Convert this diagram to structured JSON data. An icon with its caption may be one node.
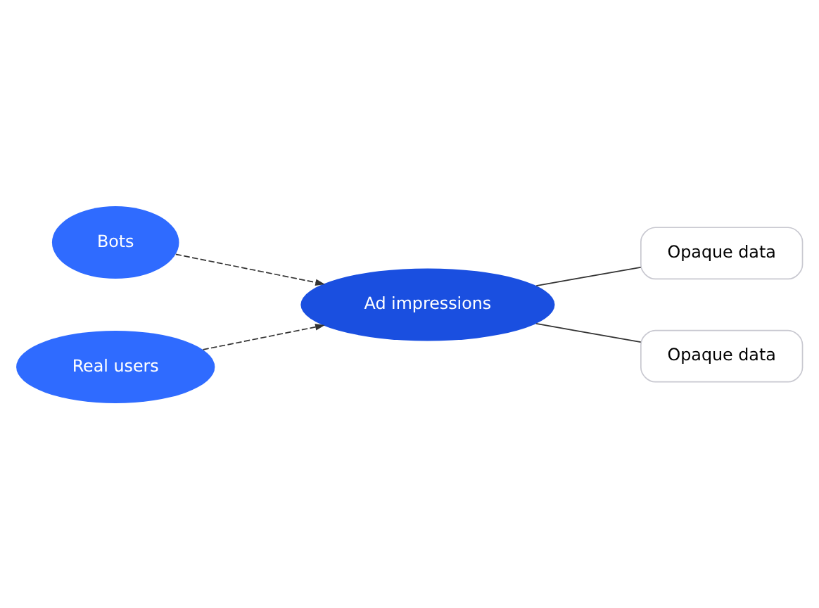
{
  "diagram": {
    "nodes": [
      {
        "text": [
          "Bots"
        ]
      },
      {
        "text": [
          "Real users"
        ]
      },
      {
        "text": [
          "Ad impressions"
        ]
      },
      {
        "text": [
          "Opaque data"
        ]
      },
      {
        "text": [
          "Opaque data"
        ]
      }
    ],
    "edges": [
      {
        "from": 0,
        "to": 2,
        "arrow": "to",
        "style": "dashed"
      },
      {
        "from": 1,
        "to": 2,
        "arrow": "to",
        "style": "dashed"
      },
      {
        "from": 2,
        "to": 3,
        "arrow": "none"
      },
      {
        "from": 2,
        "to": 4,
        "arrow": "none"
      }
    ]
  }
}
